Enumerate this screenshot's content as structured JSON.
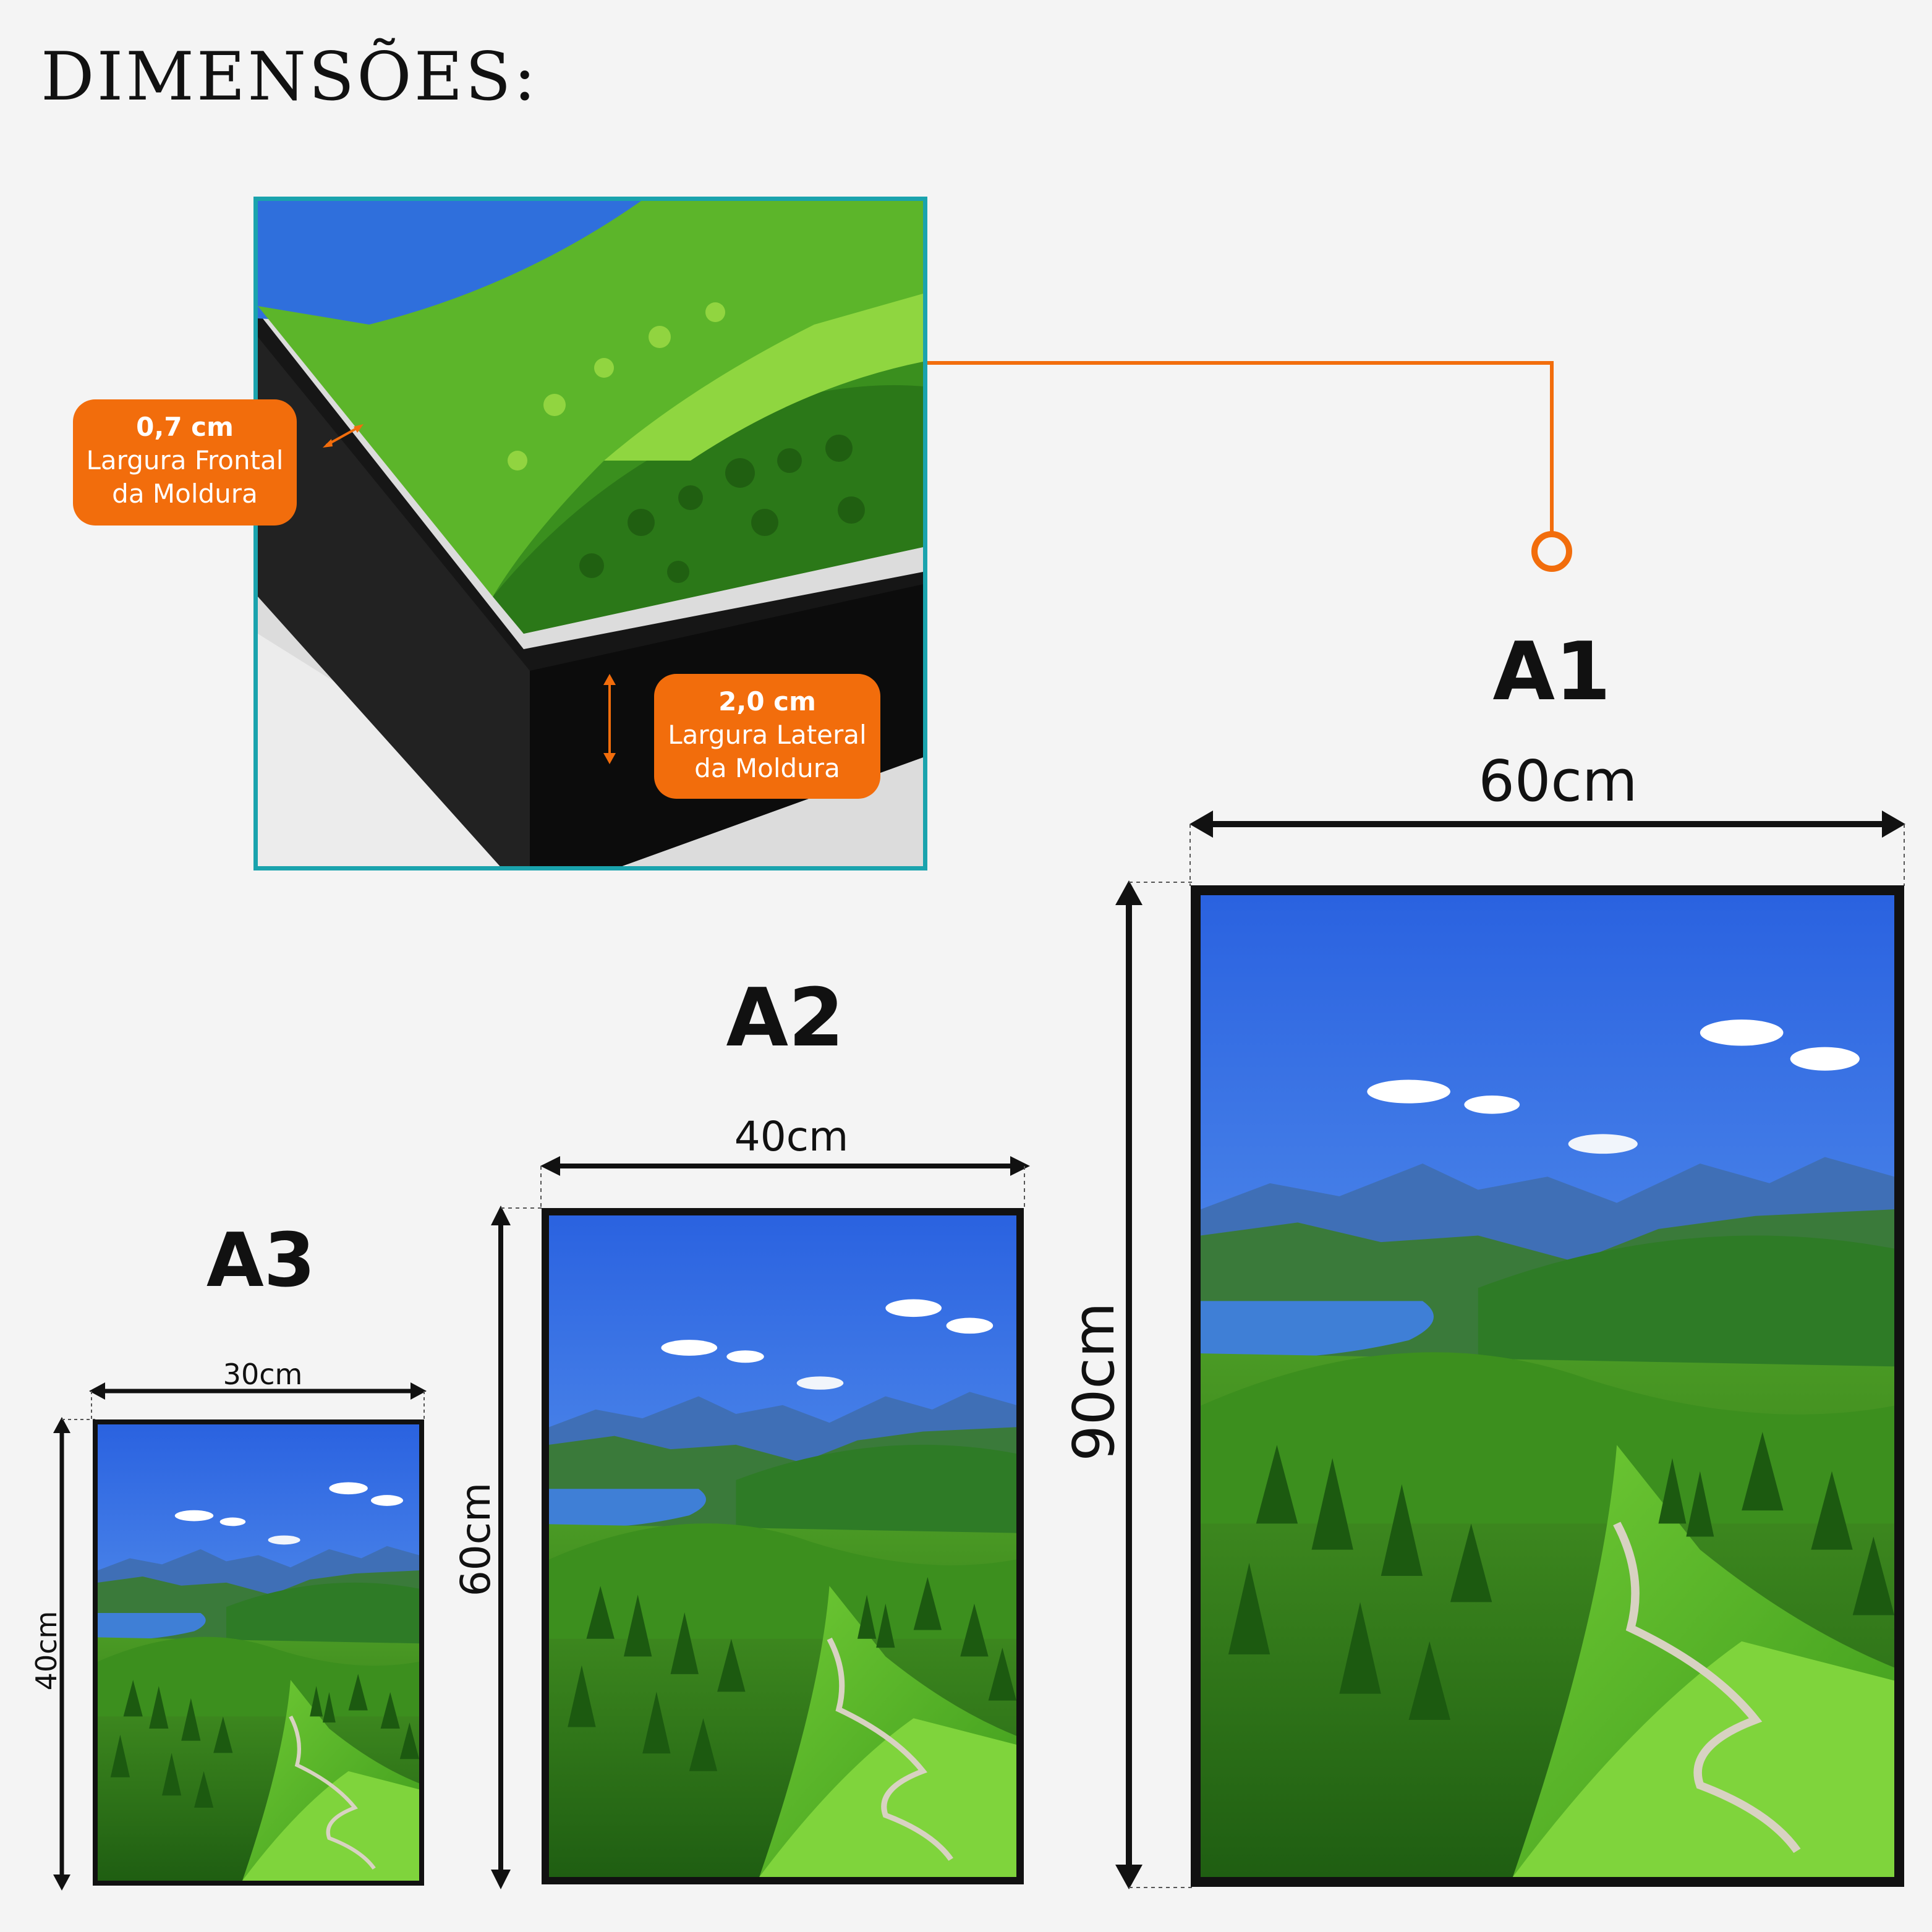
{
  "title": "DIMENSÕES:",
  "detail": {
    "front_badge": {
      "value": "0,7 cm",
      "line1": "Largura Frontal",
      "line2": "da Moldura"
    },
    "side_badge": {
      "value": "2,0 cm",
      "line1": "Largura Lateral",
      "line2": "da Moldura"
    }
  },
  "sizes": [
    {
      "name": "A3",
      "width": "30cm",
      "height": "40cm"
    },
    {
      "name": "A2",
      "width": "40cm",
      "height": "60cm"
    },
    {
      "name": "A1",
      "width": "60cm",
      "height": "90cm"
    }
  ],
  "colors": {
    "accent_orange": "#f26d0c",
    "panel_border": "#1aa3ad",
    "frame": "#111111",
    "background": "#f4f4f4"
  },
  "icons": {
    "front_arrow": "double-arrow-icon",
    "side_arrow": "double-arrow-icon",
    "connector_end": "circle-icon"
  }
}
